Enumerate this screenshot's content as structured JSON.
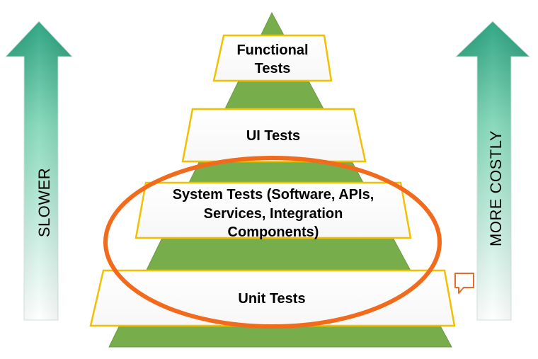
{
  "pyramid": {
    "layers": [
      {
        "lines": [
          "Functional",
          "Tests"
        ]
      },
      {
        "lines": [
          "UI Tests"
        ]
      },
      {
        "lines": [
          "System Tests (Software, APIs,",
          "Services, Integration",
          "Components)"
        ]
      },
      {
        "lines": [
          "Unit Tests"
        ]
      }
    ]
  },
  "left_arrow": {
    "label": "SLOWER"
  },
  "right_arrow": {
    "label": "MORE COSTLY"
  },
  "colors": {
    "pyramid_fill": "#77ad4a",
    "layer_stroke": "#f2c000",
    "ellipse_stroke": "#f26a1b",
    "arrow_top": "#1f9e78",
    "arrow_bottom": "#ffffff",
    "comment_icon": "#e46c2d"
  },
  "icons": {
    "comment": "comment-icon"
  }
}
